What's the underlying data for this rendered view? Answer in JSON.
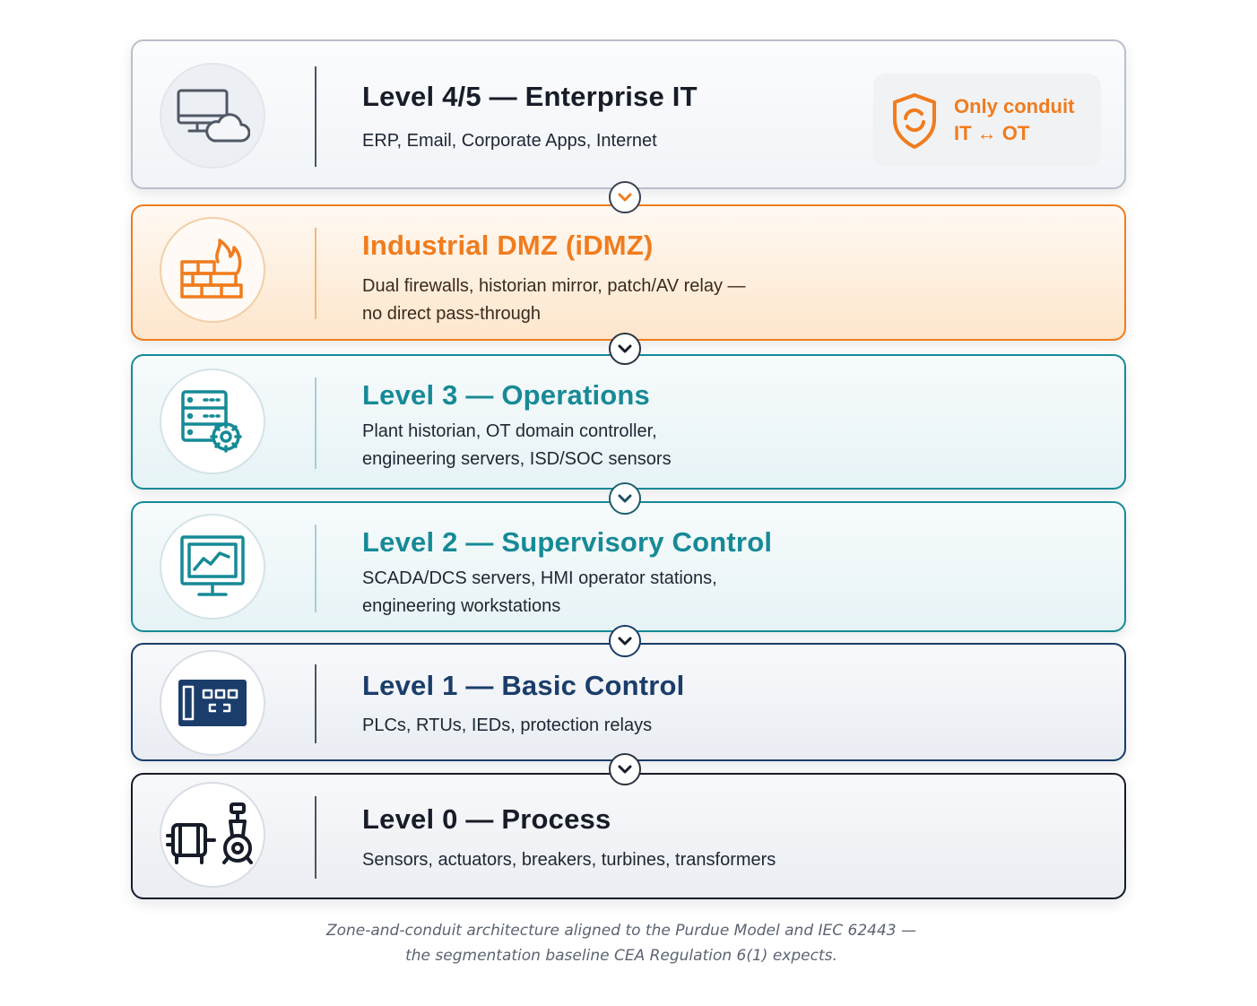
{
  "layers": [
    {
      "title": "Level 4/5 — Enterprise IT",
      "description": "ERP, Email, Corporate Apps, Internet",
      "icon": "desktop-cloud-icon"
    },
    {
      "title": "Industrial DMZ (iDMZ)",
      "description": "Dual firewalls, historian mirror, patch/AV relay —\nno direct pass-through",
      "icon": "firewall-icon"
    },
    {
      "title": "Level 3 — Operations",
      "description": "Plant historian, OT domain controller,\nengineering servers, ISD/SOC sensors",
      "icon": "server-gear-icon"
    },
    {
      "title": "Level 2 — Supervisory Control",
      "description": "SCADA/DCS servers, HMI operator stations,\nengineering workstations",
      "icon": "hmi-monitor-icon"
    },
    {
      "title": "Level 1 — Basic Control",
      "description": "PLCs, RTUs, IEDs, protection relays",
      "icon": "plc-icon"
    },
    {
      "title": "Level 0 — Process",
      "description": "Sensors, actuators, breakers, turbines, transformers",
      "icon": "motor-valve-icon"
    }
  ],
  "badge": {
    "text": "Only conduit\nIT ↔ OT",
    "icon": "shield-sync-icon"
  },
  "caption": "Zone-and-conduit architecture aligned to the Purdue Model and IEC 62443 —\nthe segmentation baseline CEA Regulation 6(1) expects.",
  "colors": {
    "enterprise": "#161c28",
    "dmz": "#f07c1e",
    "operations": "#168a96",
    "supervisory": "#168a96",
    "basic_control": "#1a3d6b",
    "process": "#161c28"
  }
}
